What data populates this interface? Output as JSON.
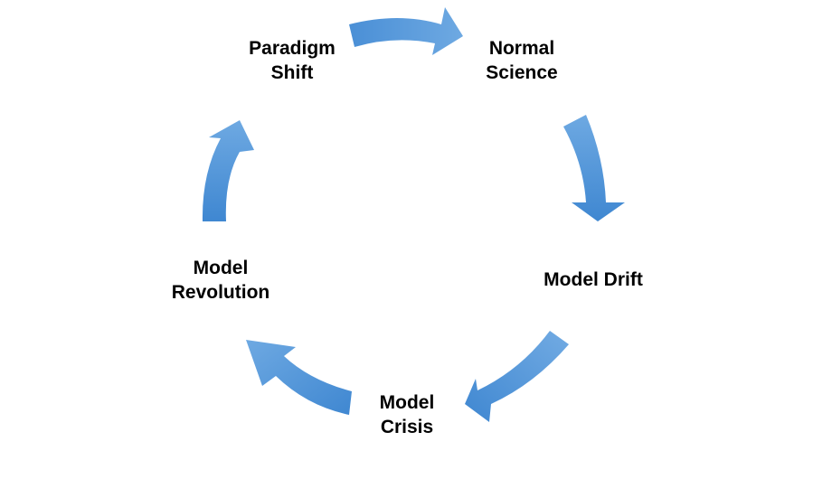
{
  "diagram": {
    "stages": [
      {
        "id": "normal-science",
        "lines": [
          "Normal",
          "Science"
        ]
      },
      {
        "id": "model-drift",
        "lines": [
          "Model Drift"
        ]
      },
      {
        "id": "model-crisis",
        "lines": [
          "Model",
          "Crisis"
        ]
      },
      {
        "id": "model-revolution",
        "lines": [
          "Model",
          "Revolution"
        ]
      },
      {
        "id": "paradigm-shift",
        "lines": [
          "Paradigm",
          "Shift"
        ]
      }
    ],
    "arrow_color_light": "#6fa8e0",
    "arrow_color_dark": "#3f87d1"
  }
}
